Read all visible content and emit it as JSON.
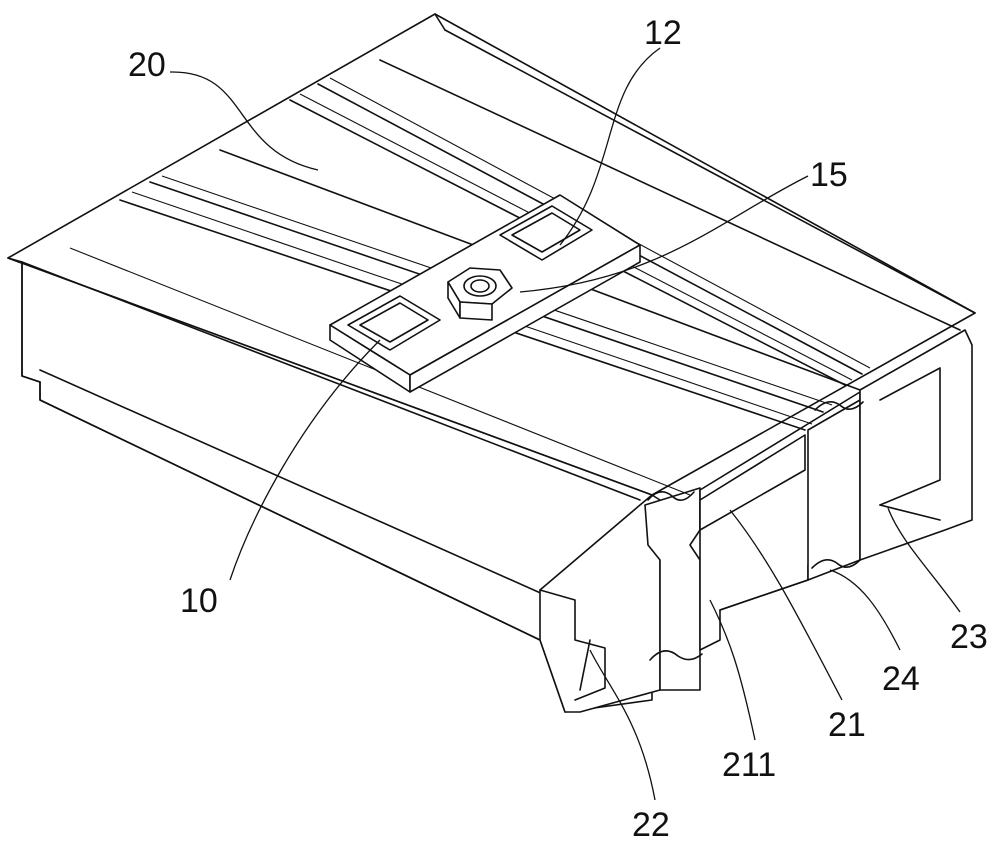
{
  "labels": {
    "l20": "20",
    "l12": "12",
    "l15": "15",
    "l10": "10",
    "l23": "23",
    "l24": "24",
    "l21": "21",
    "l211": "211",
    "l22": "22"
  }
}
